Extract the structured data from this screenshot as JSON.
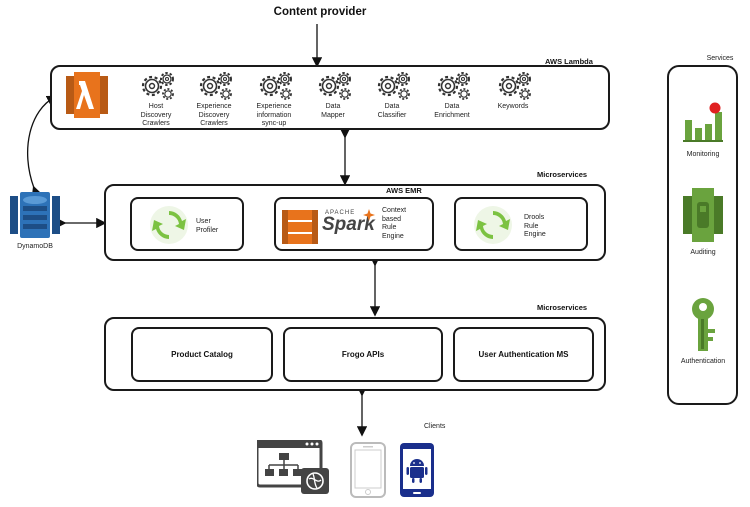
{
  "header": {
    "title": "Content provider"
  },
  "lambda": {
    "title": "AWS Lambda",
    "gears": [
      "Host\nDiscovery\nCrawlers",
      "Experience\nDiscovery\nCrawlers",
      "Experience\ninformation\nsync-up",
      "Data\nMapper",
      "Data\nClassifier",
      "Data\nEnrichment",
      "Keywords"
    ]
  },
  "dynamodb": {
    "label": "DynamoDB"
  },
  "emr": {
    "section_label": "Microservices",
    "title": "AWS EMR",
    "user_profiler": "User\nProfiler",
    "spark_logo": "Spark",
    "spark_apache": "APACHE",
    "context_engine": "Context\nbased\nRule\nEngine",
    "drools": "Drools\nRule\nEngine"
  },
  "services_row": {
    "section_label": "Microservices",
    "items": [
      "Product Catalog",
      "Frogo APIs",
      "User Authentication MS"
    ]
  },
  "clients": {
    "label": "Clients"
  },
  "side_services": {
    "title": "Services",
    "items": [
      "Monitoring",
      "Auditing",
      "Authentication"
    ]
  },
  "colors": {
    "aws_orange": "#E8731C",
    "aws_blue": "#2D72B8",
    "aws_green": "#6AA33E",
    "recycle_green": "#7CC242",
    "android_blue": "#1A2F8C",
    "red_dot": "#E02020"
  }
}
